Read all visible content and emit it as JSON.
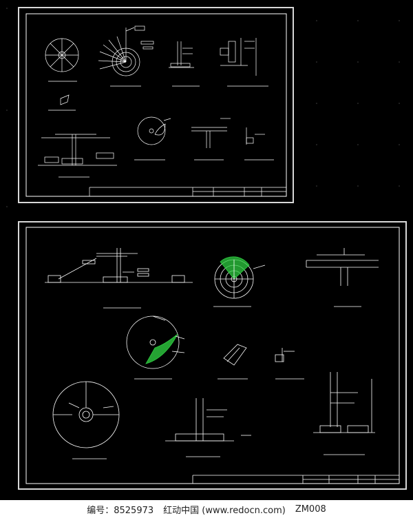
{
  "footer": {
    "code_label": "编号：8525973",
    "site": "红动中国 (www.redocn.com)",
    "code2": "ZM008"
  },
  "colors": {
    "background": "#000000",
    "lines": "#ffffff",
    "hatch": "#2ecc40",
    "footer_bg": "#ffffff"
  }
}
